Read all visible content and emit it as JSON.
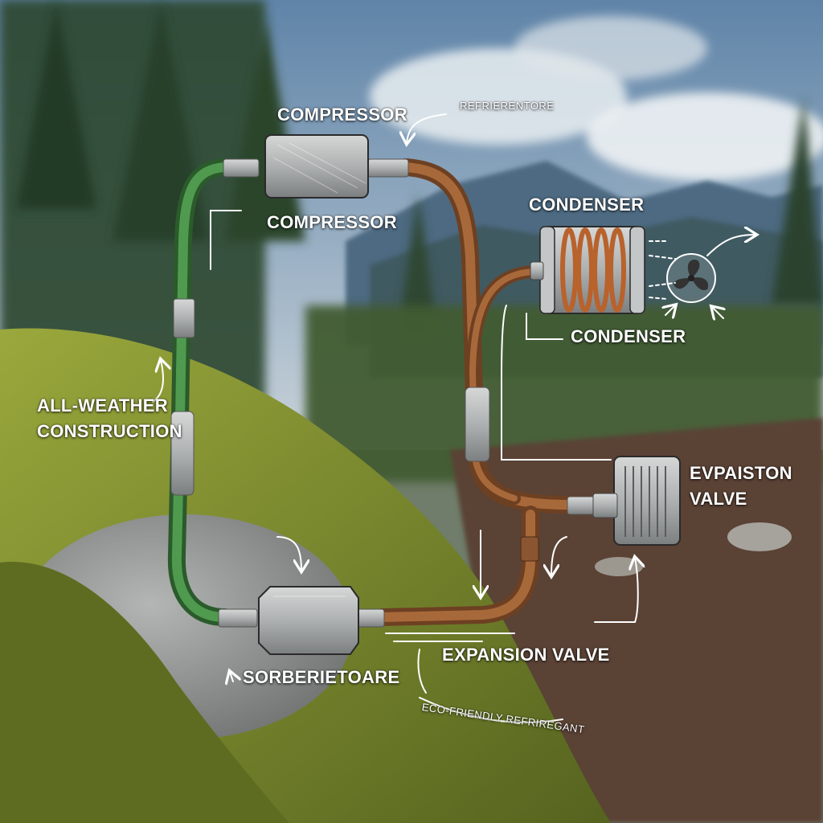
{
  "colors": {
    "sky_top": "#5f84a8",
    "sky_bottom": "#c9d3da",
    "mountain": "#4e6b82",
    "forest": "#2f4a32",
    "moss": "#6b7a2a",
    "moss_light": "#9aa83c",
    "rock": "#8f9290",
    "soil": "#5a4234",
    "hose_green": "#3f7f3f",
    "hose_copper": "#9a5e32",
    "metal": "#b9bcbc",
    "ink": "#ffffff"
  },
  "labels": {
    "compressor_top": "COMPRESSOR",
    "refrigerant_top": "REFRIERENTORE",
    "compressor_mid": "COMPRESSOR",
    "condenser_top": "CONDENSER",
    "condenser_mid": "CONDENSER",
    "all_weather_line1": "ALL-WEATHER",
    "all_weather_line2": "CONSTRUCTION",
    "evaporator_line1": "EVPAISTON",
    "evaporator_line2": "VALVE",
    "expansion_valve": "EXPANSION VALVE",
    "bottom_unit": "SORBERIETOARE",
    "eco_refrigerant": "ECO-FRIENDLY REFRIREGANT"
  },
  "icons": {
    "fan": "fan-icon",
    "arrow": "arrow-icon"
  }
}
